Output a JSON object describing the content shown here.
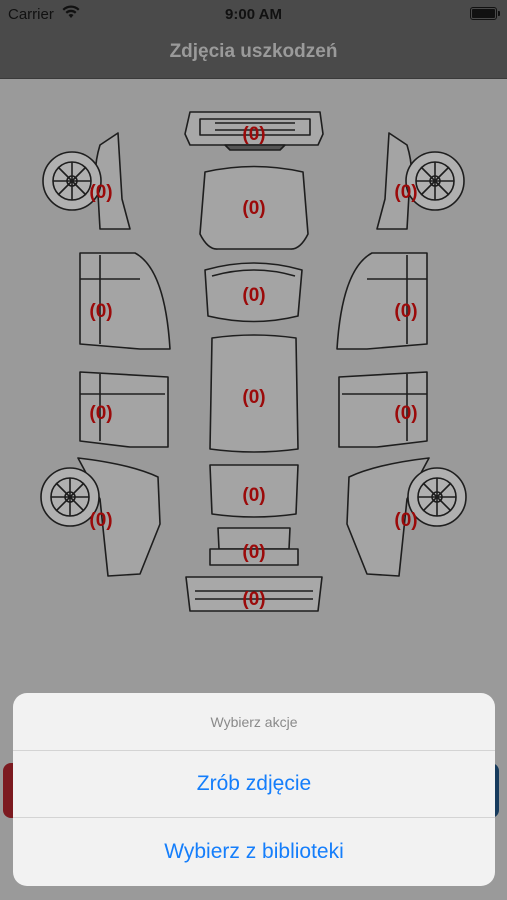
{
  "status_bar": {
    "carrier": "Carrier",
    "time": "9:00 AM"
  },
  "nav": {
    "title": "Zdjęcia uszkodzeń"
  },
  "damage_counts": {
    "front_bumper": "(0)",
    "left_front_fender": "(0)",
    "hood": "(0)",
    "right_front_fender": "(0)",
    "left_front_door": "(0)",
    "windshield": "(0)",
    "right_front_door": "(0)",
    "left_rear_door": "(0)",
    "roof": "(0)",
    "right_rear_door": "(0)",
    "left_rear_fender": "(0)",
    "rear_window": "(0)",
    "right_rear_fender": "(0)",
    "trunk": "(0)",
    "rear_bumper": "(0)"
  },
  "action_sheet": {
    "title": "Wybierz akcje",
    "take_photo": "Zrób zdjęcie",
    "choose_from_library": "Wybierz z biblioteki"
  },
  "colors": {
    "count_text": "#9b0a0a",
    "action_text": "#157efb",
    "left_button": "#7c1a20",
    "right_button": "#163a5c"
  },
  "icons": [
    "wifi-icon",
    "battery-icon"
  ]
}
